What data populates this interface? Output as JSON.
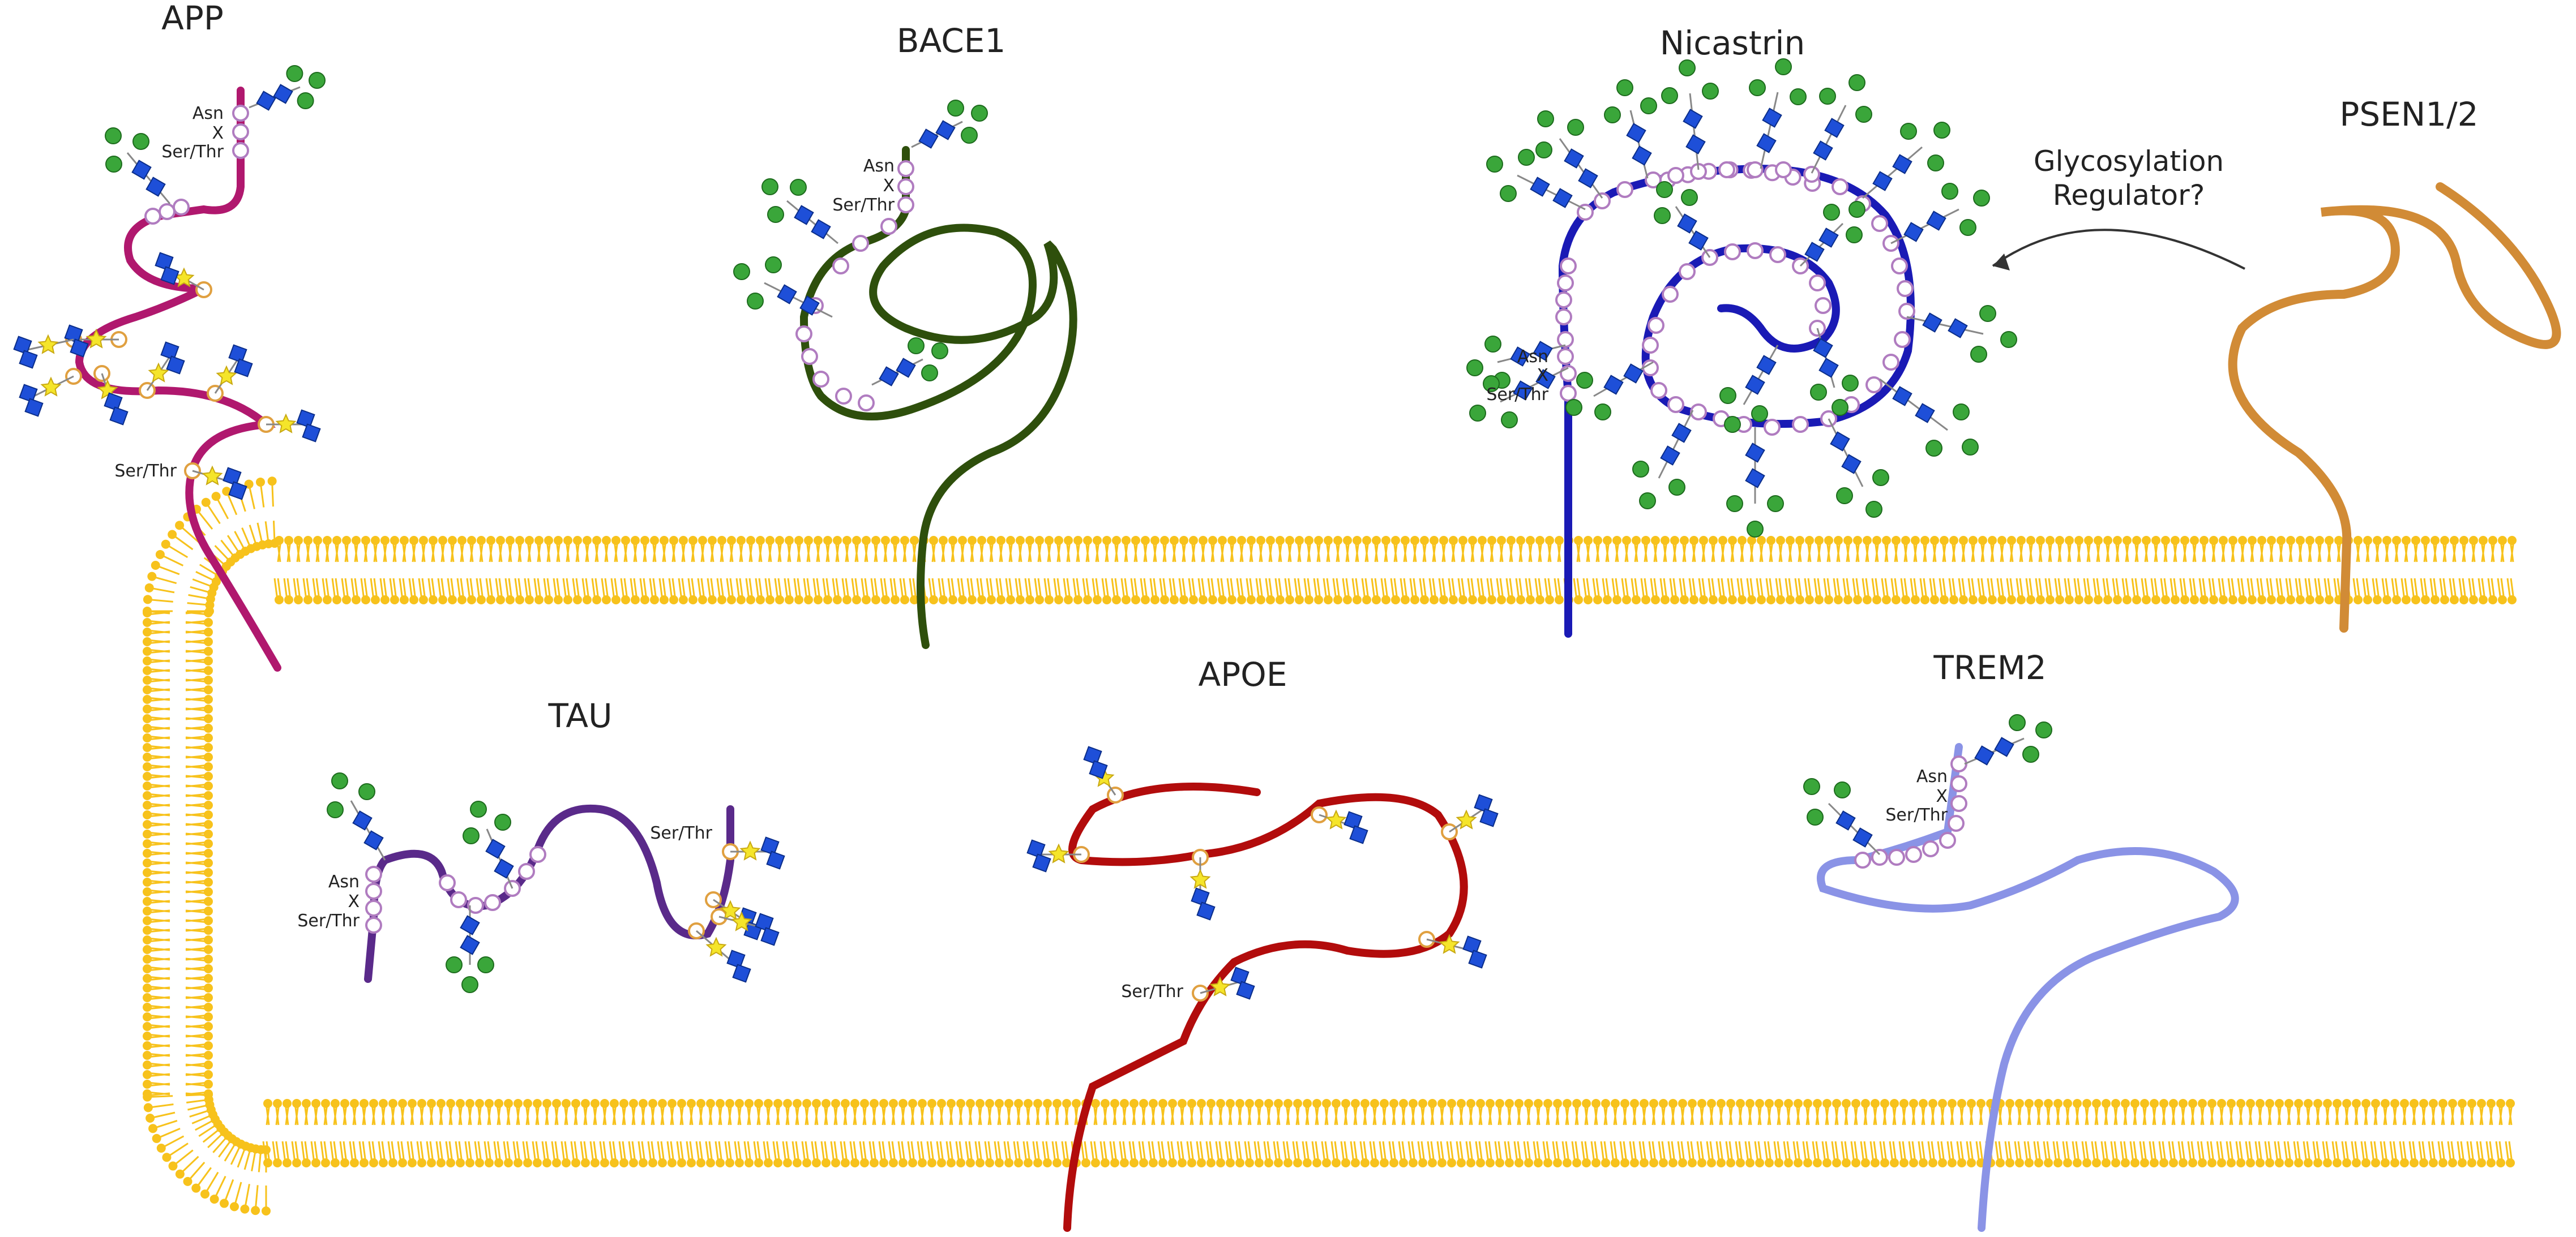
{
  "proteins": {
    "app": {
      "name": "APP",
      "asn": "Asn",
      "x": "X",
      "ser_thr": "Ser/Thr",
      "ser_thr_lower": "Ser/Thr"
    },
    "bace1": {
      "name": "BACE1",
      "asn": "Asn",
      "x": "X",
      "ser_thr": "Ser/Thr"
    },
    "nicastrin": {
      "name": "Nicastrin",
      "asn": "Asn",
      "x": "X",
      "ser_thr": "Ser/Thr"
    },
    "psen": {
      "name": "PSEN1/2"
    },
    "tau": {
      "name": "TAU",
      "asn": "Asn",
      "x": "X",
      "ser_thr": "Ser/Thr",
      "ser_thr_right": "Ser/Thr"
    },
    "apoe": {
      "name": "APOE",
      "ser_thr": "Ser/Thr"
    },
    "trem2": {
      "name": "TREM2",
      "asn": "Asn",
      "x": "X",
      "ser_thr": "Ser/Thr"
    }
  },
  "annotation": {
    "line1": "Glycosylation",
    "line2": "Regulator?"
  },
  "colors": {
    "membrane": "#f7c21c",
    "app": "#b0186e",
    "bace1": "#2e4f0c",
    "nicastrin": "#1a1ab5",
    "psen": "#d18b36",
    "tau": "#5a2a8a",
    "apoe": "#b20c0c",
    "trem2": "#8a93e6",
    "glcnac": "#1e4fd8",
    "galactose": "#3aa63a",
    "galnac": "#f5e52a",
    "residue_ring": "#b07cc0",
    "residue_ring_o": "#e0a040"
  },
  "icons": [
    "glcnac-square",
    "galactose-circle",
    "galnac-star"
  ]
}
